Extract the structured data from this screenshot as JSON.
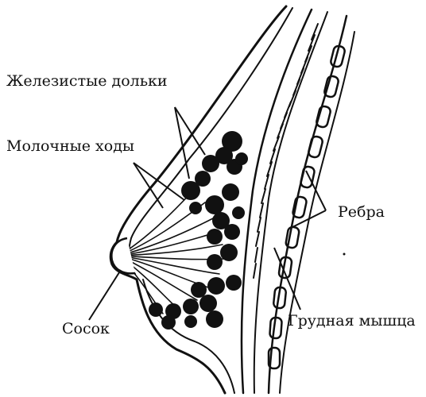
{
  "labels": {
    "lobules": "Железистые дольки",
    "ducts": "Молочные ходы",
    "ribs": "Ребра",
    "nipple": "Сосок",
    "pectoral_muscle": "Грудная мышца"
  },
  "colors": {
    "ink": "#111111",
    "paper": "#ffffff"
  }
}
